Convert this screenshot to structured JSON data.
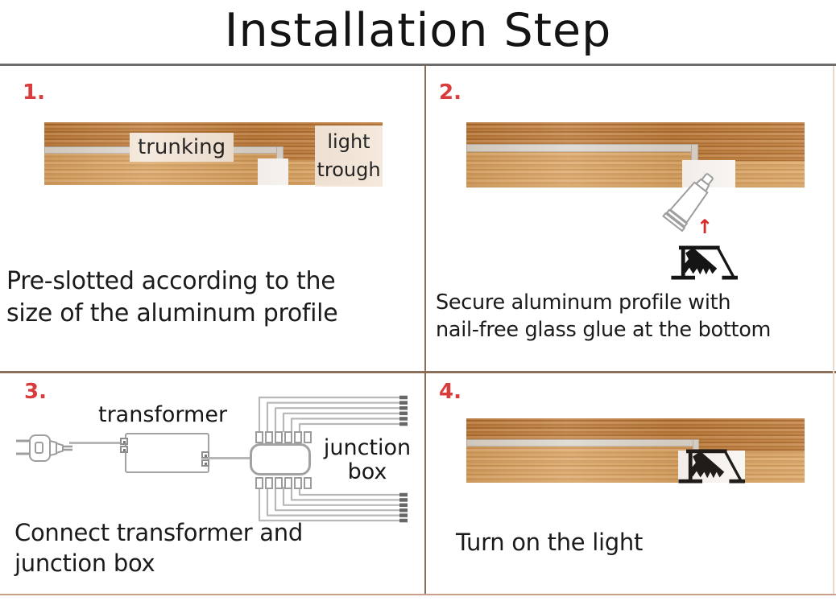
{
  "title": "Installation Step",
  "steps": [
    {
      "number": "1.",
      "labels": {
        "trunking": "trunking",
        "light_trough": "light trough"
      },
      "caption_lines": [
        "Pre-slotted according to the",
        "size of the aluminum profile"
      ]
    },
    {
      "number": "2.",
      "caption_lines": [
        "Secure aluminum profile with",
        "nail-free glass glue at the bottom"
      ]
    },
    {
      "number": "3.",
      "labels": {
        "transformer": "transformer",
        "junction_box": "junction box"
      },
      "caption_lines": [
        "Connect transformer and",
        "junction box"
      ]
    },
    {
      "number": "4.",
      "caption_lines": [
        "Turn on the light"
      ]
    }
  ],
  "icons": {
    "up_arrow": "↑",
    "glue_tube": "glue-tube-icon",
    "aluminum_profile": "aluminum-profile-icon",
    "power_plug": "power-plug-icon",
    "transformer": "transformer-icon",
    "junction_box": "junction-box-icon"
  },
  "colors": {
    "step_number_red": "#da3b3b",
    "divider_brown": "#8c6f58",
    "title_rule_gray": "#6d6d6d",
    "bottom_rule_tan": "#c89f88",
    "wood_dark": "#b5742f",
    "wood_light": "#d7a462",
    "trunking_gray": "#dcd8d2",
    "label_beige": "#f4e8db",
    "outline_gray": "#a2a2a2",
    "text_black": "#1b1b1b"
  }
}
